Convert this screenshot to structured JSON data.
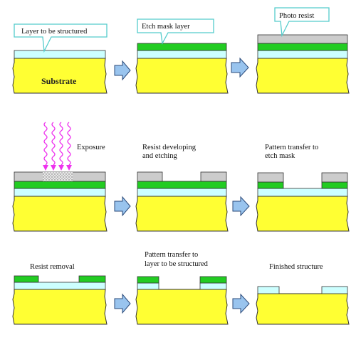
{
  "labels": {
    "layer_to_be_structured": "Layer to be structured",
    "substrate": "Substrate",
    "etch_mask_layer": "Etch mask layer",
    "photo_resist": "Photo resist",
    "exposure": "Exposure",
    "resist_developing_line1": "Resist developing",
    "resist_developing_line2": "and etching",
    "pattern_transfer_mask_line1": "Pattern transfer to",
    "pattern_transfer_mask_line2": "etch mask",
    "resist_removal": "Resist removal",
    "pattern_transfer_layer_line1": "Pattern transfer to",
    "pattern_transfer_layer_line2": "layer to be structured",
    "finished_structure": "Finished structure"
  },
  "colors": {
    "substrate": "#ffff33",
    "layer": "#ccffff",
    "etch_mask": "#22cc22",
    "photo_resist": "#cccccc",
    "arrow": "#99c4ee",
    "callout_border": "#55cccc",
    "exposure_wave": "#ee33ee"
  }
}
